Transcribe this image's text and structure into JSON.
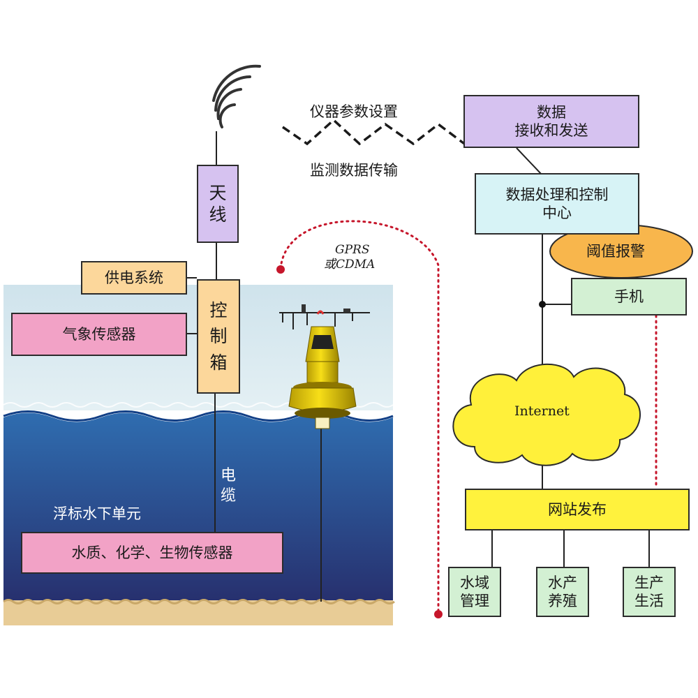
{
  "colors": {
    "water_surface": "#d7e8ef",
    "water_deep_top": "#2f6db0",
    "water_deep_bottom": "#27306e",
    "seabed": "#e8cc96",
    "purple": "#d6c2f0",
    "orange": "#fcd79b",
    "pink": "#f2a2c6",
    "cyan": "#d7f3f6",
    "green": "#d3f0d3",
    "yellow": "#fff23d",
    "internet": "#fff03a",
    "alarm": "#f8b64c",
    "dot_red": "#c6162b"
  },
  "icons": [
    "antenna-signal-icon",
    "buoy-icon",
    "internet-cloud-icon"
  ],
  "left": {
    "antenna": [
      "天",
      "线"
    ],
    "control_box": [
      "控",
      "制",
      "箱"
    ],
    "power_system": "供电系统",
    "weather_sensor": "气象传感器",
    "cable": [
      "电",
      "缆"
    ],
    "underwater_unit": "浮标水下单元",
    "water_sensors": "水质、化学、生物传感器"
  },
  "link": {
    "param_setting": "仪器参数设置",
    "data_transfer": "监测数据传输",
    "gprs_line1": "GPRS",
    "gprs_line2": "或CDMA"
  },
  "right": {
    "data_rx_line1": "数据",
    "data_rx_line2": "接收和发送",
    "center_line1": "数据处理和控制",
    "center_line2": "中心",
    "alarm": "阈值报警",
    "phone": "手机",
    "internet": "Internet",
    "website": "网站发布",
    "app1": [
      "水域",
      "管理"
    ],
    "app2": [
      "水产",
      "养殖"
    ],
    "app3": [
      "生产",
      "生活"
    ]
  }
}
